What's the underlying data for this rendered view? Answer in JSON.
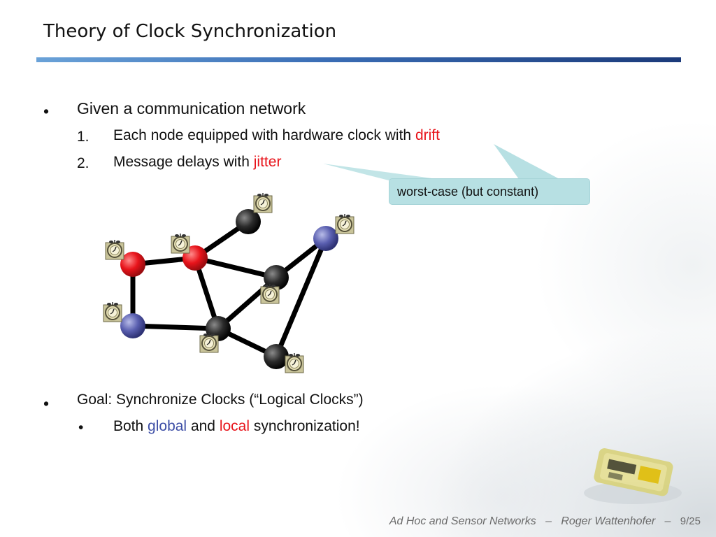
{
  "slide": {
    "title": "Theory of Clock Synchronization",
    "bullets": [
      {
        "marker": "•",
        "text": "Given a communication network",
        "subitems": [
          {
            "marker": "1.",
            "before": "Each node equipped with hardware clock with ",
            "highlight": "drift"
          },
          {
            "marker": "2.",
            "before": "Message delays with ",
            "highlight": "jitter"
          }
        ]
      },
      {
        "marker": "•",
        "text": "Goal: Synchronize Clocks (“Logical Clocks”)",
        "subitems": [
          {
            "marker": "•",
            "before": "Both ",
            "global": "global",
            "middle": " and ",
            "local": "local",
            "after": " synchronization!"
          }
        ]
      }
    ],
    "callout": "worst-case (but constant)"
  },
  "colors": {
    "highlight_red": "#e8141b",
    "highlight_blue": "#3d4ea6",
    "callout_fill": "#b7e0e3",
    "node_red": "#e8141b",
    "node_blue": "#5a5fb0",
    "node_black": "#2b2b2b"
  },
  "network": {
    "node_colors": [
      "red",
      "red",
      "black",
      "blue",
      "black",
      "blue",
      "black",
      "black"
    ],
    "clock_icons": 8
  },
  "footer": {
    "course": "Ad Hoc and Sensor Networks",
    "separator": "–",
    "author": "Roger Wattenhofer",
    "page": "9/25"
  }
}
